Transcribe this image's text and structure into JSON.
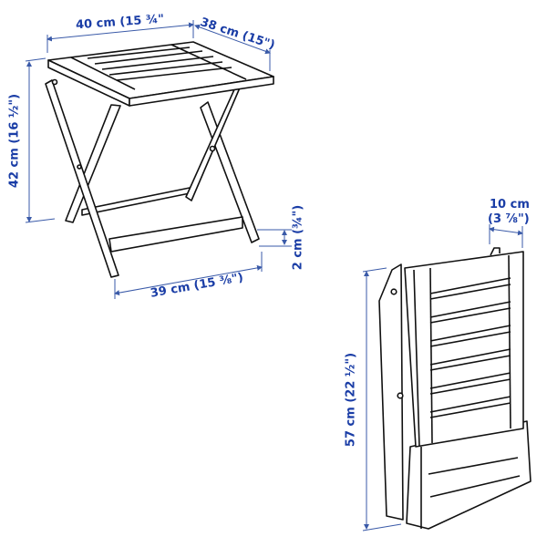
{
  "diagram": {
    "colors": {
      "dimension": "#1a3da6",
      "dimension_line": "#3a5aa8",
      "drawing": "#111111"
    },
    "unfolded_stool": {
      "width_top": "40 cm (15 ¾\"",
      "depth_top": "38 cm (15\")",
      "height": "42 cm (16 ½\")",
      "foot_clearance": "2 cm (¾\")",
      "base_width": "39 cm (15 ⅜\")"
    },
    "folded_stool": {
      "thickness_line1": "10 cm",
      "thickness_line2": "(3 ⅞\")",
      "height": "57 cm (22 ½\")"
    }
  }
}
